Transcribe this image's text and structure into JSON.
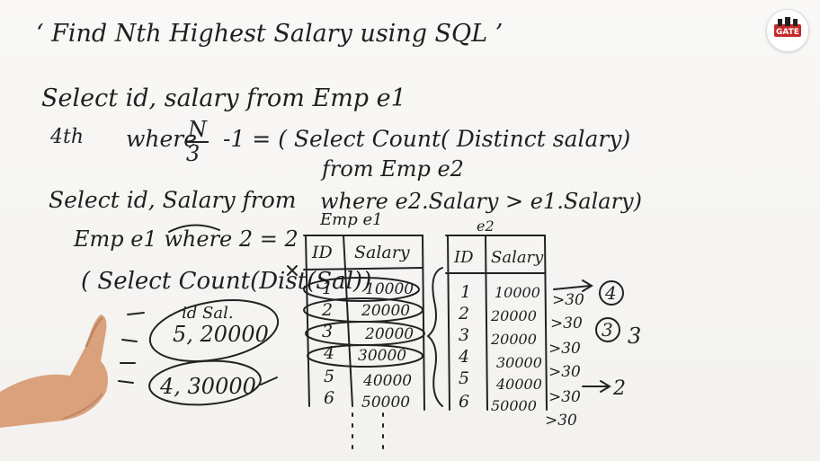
{
  "title": "‘ Find Nth Highest Salary using SQL ’",
  "query_lines": {
    "line1": "Select id, salary from Emp e1",
    "line2_prefix": "4th",
    "line2_where": "where",
    "frac_num": "N",
    "frac_den": "3",
    "line2_rest": "-1 = ( Select Count( Distinct salary)",
    "line3": "from Emp e2",
    "line4_left": "Select id, Salary from",
    "line4_right": "where e2.Salary > e1.Salary)",
    "line5": "Emp e1  where 2 = 2",
    "line6": "( Select Count(Dist(Sal))",
    "notes": "id  Sal.",
    "result1": "5, 20000",
    "result2": "4, 30000"
  },
  "table1": {
    "caption": "Emp e1",
    "headers": [
      "ID",
      "Salary"
    ],
    "rows": [
      [
        "1",
        "10000"
      ],
      [
        "2",
        "20000"
      ],
      [
        "3",
        "20000"
      ],
      [
        "4",
        "30000"
      ],
      [
        "5",
        "40000"
      ],
      [
        "6",
        "50000"
      ]
    ]
  },
  "table2": {
    "caption": "e2",
    "headers": [
      "ID",
      "Salary"
    ],
    "rows": [
      [
        "1",
        "10000"
      ],
      [
        "2",
        "20000"
      ],
      [
        "3",
        "20000"
      ],
      [
        "4",
        "30000"
      ],
      [
        "5",
        "40000"
      ],
      [
        "6",
        "50000"
      ]
    ]
  },
  "side_annotations": {
    "arrows": [
      ">30",
      ">30",
      ">30",
      ">30",
      ">30",
      ">30"
    ],
    "count_a": "4",
    "count_b": "3",
    "count_c": "3",
    "count_d": "2"
  },
  "logo_text": "GATE",
  "colors": {
    "ink": "#1f1f1f",
    "board": "#f6f5f3",
    "logo_red": "#c62828"
  }
}
